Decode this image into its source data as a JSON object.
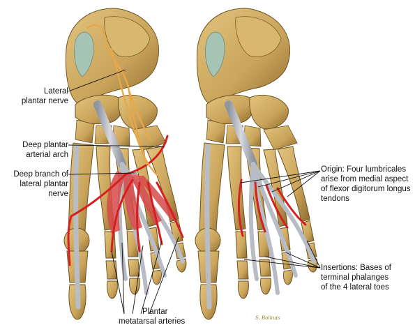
{
  "labels": {
    "lateral_plantar_nerve": [
      "Lateral",
      "plantar nerve"
    ],
    "deep_plantar_arch": [
      "Deep plantar",
      "arterial arch"
    ],
    "deep_branch": [
      "Deep branch of",
      "lateral plantar",
      "nerve"
    ],
    "plantar_metatarsal": [
      "Plantar",
      "metatarsal arteries"
    ],
    "origin": [
      "Origin: Four lumbricales",
      "arise from medial aspect",
      "of flexor digitorum longus",
      "tendons"
    ],
    "insertions": [
      "Insertions: Bases of",
      "terminal phalanges",
      "of the 4 lateral toes"
    ]
  },
  "signature": "S. Bolhuis",
  "colors": {
    "bone": "#c9a35a",
    "bone_dark": "#8a6a2c",
    "cartilage": "#9fc0b0",
    "tendon": "#b8bcc4",
    "artery": "#d42020",
    "muscle": "#d84a4a",
    "nerve": "#e8a84a"
  }
}
